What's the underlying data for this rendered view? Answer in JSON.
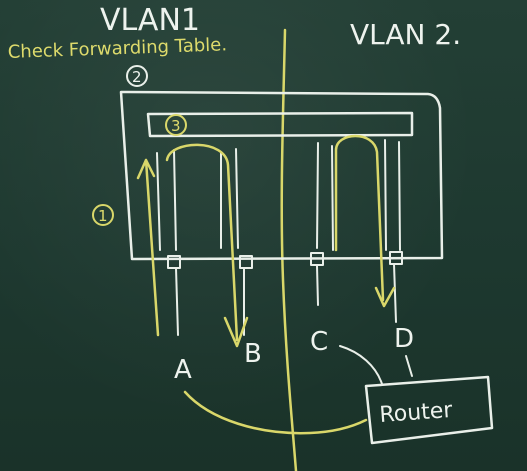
{
  "board": {
    "headings": {
      "vlan1": "VLAN1",
      "vlan2": "VLAN 2."
    },
    "note": "Check Forwarding Table.",
    "step_labels": {
      "step1": "1",
      "step2": "2",
      "step3": "3"
    },
    "hosts": {
      "a": "A",
      "b": "B",
      "c": "C",
      "d": "D"
    },
    "router_label": "Router",
    "colors": {
      "board": "#1f3a30",
      "chalk_white": "#e9efe9",
      "chalk_yellow": "#d9d76a"
    }
  }
}
